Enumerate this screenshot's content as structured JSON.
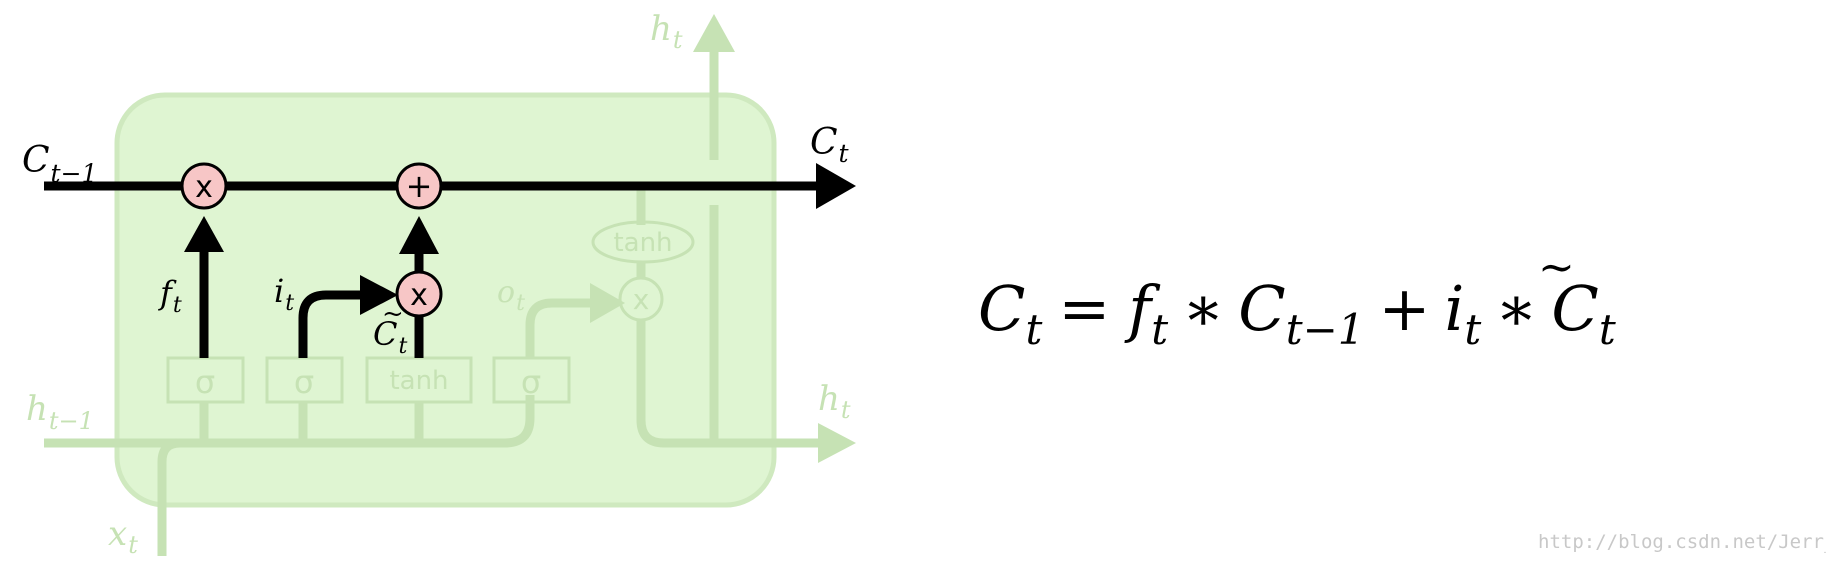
{
  "diagram": {
    "labels": {
      "c_prev": "C",
      "c_prev_sub": "t−1",
      "c_out": "C",
      "c_out_sub": "t",
      "h_top": "h",
      "h_top_sub": "t",
      "h_right": "h",
      "h_right_sub": "t",
      "h_prev": "h",
      "h_prev_sub": "t−1",
      "x_in": "x",
      "x_in_sub": "t",
      "f_gate": "f",
      "f_gate_sub": "t",
      "i_gate": "i",
      "i_gate_sub": "t",
      "o_gate": "o",
      "o_gate_sub": "t",
      "c_tilde": "C",
      "c_tilde_sub": "t",
      "tilde_mark": "~"
    },
    "operators": {
      "forget_mult": "x",
      "input_add": "+",
      "input_mult": "x",
      "output_mult": "x"
    },
    "layers": {
      "sigma_forget": "σ",
      "sigma_input": "σ",
      "tanh_candidate": "tanh",
      "sigma_output": "σ",
      "tanh_output": "tanh"
    }
  },
  "equation": {
    "lhs": "C",
    "lhs_sub": "t",
    "eq": "=",
    "f": "f",
    "f_sub": "t",
    "times1": "∗",
    "c_prev": "C",
    "c_prev_sub": "t−1",
    "plus": "+",
    "i": "i",
    "i_sub": "t",
    "times2": "∗",
    "c_tilde": "C",
    "c_tilde_sub": "t",
    "tilde_mark": "~"
  },
  "watermark": "http://blog.csdn.net/Jerr__y",
  "colors": {
    "cell_fill": "#dff5d2",
    "cell_stroke": "#cfe9bf",
    "faded": "#c6e2b4",
    "active": "#000000",
    "pointwise_fill": "#f7c6c6",
    "watermark": "#c8c8c8"
  }
}
